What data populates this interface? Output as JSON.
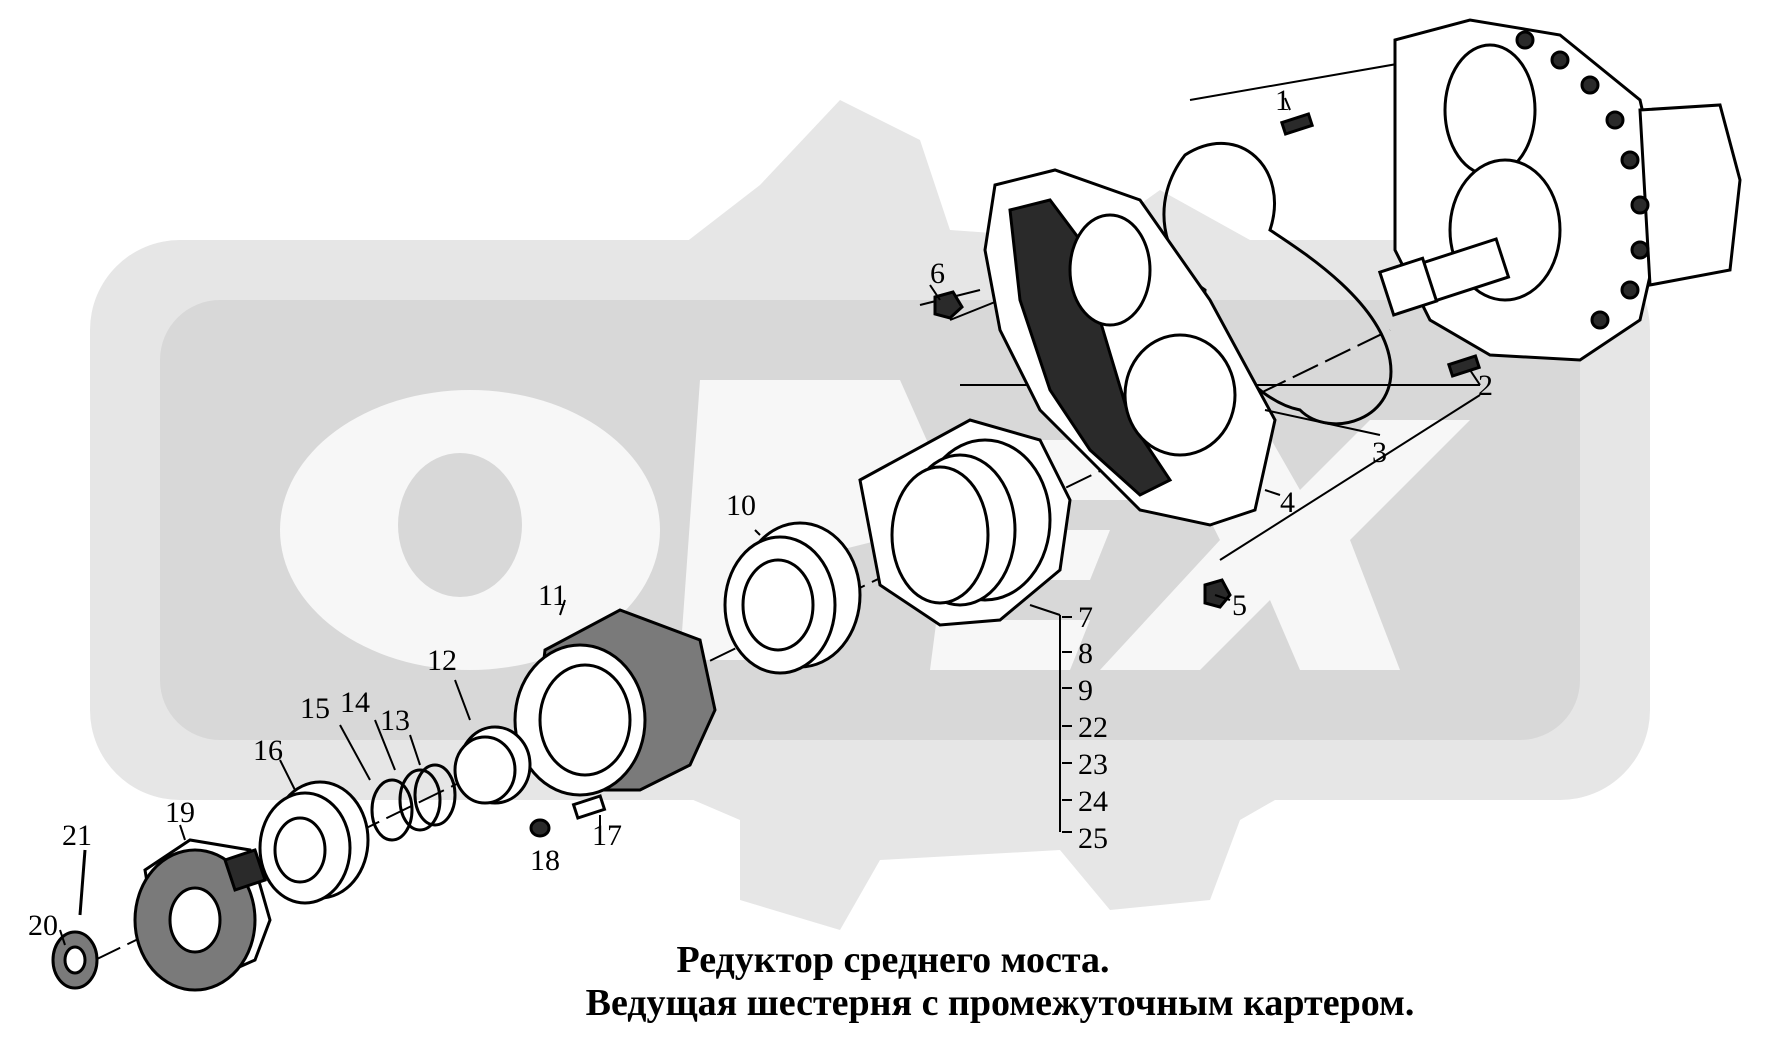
{
  "watermark": {
    "text": "ORFX",
    "color": "#e6e6e6"
  },
  "caption": {
    "line1": "Редуктор среднего моста.",
    "line2": "Ведущая шестерня с промежуточным картером."
  },
  "part_labels": [
    {
      "id": "1",
      "text": "1"
    },
    {
      "id": "2",
      "text": "2"
    },
    {
      "id": "3",
      "text": "3"
    },
    {
      "id": "4",
      "text": "4"
    },
    {
      "id": "5",
      "text": "5"
    },
    {
      "id": "6",
      "text": "6"
    },
    {
      "id": "7",
      "text": "7"
    },
    {
      "id": "8",
      "text": "8"
    },
    {
      "id": "9",
      "text": "9"
    },
    {
      "id": "10",
      "text": "10"
    },
    {
      "id": "11",
      "text": "11"
    },
    {
      "id": "12",
      "text": "12"
    },
    {
      "id": "13",
      "text": "13"
    },
    {
      "id": "14",
      "text": "14"
    },
    {
      "id": "15",
      "text": "15"
    },
    {
      "id": "16",
      "text": "16"
    },
    {
      "id": "17",
      "text": "17"
    },
    {
      "id": "18",
      "text": "18"
    },
    {
      "id": "19",
      "text": "19"
    },
    {
      "id": "20",
      "text": "20"
    },
    {
      "id": "21",
      "text": "21"
    },
    {
      "id": "22",
      "text": "22"
    },
    {
      "id": "23",
      "text": "23"
    },
    {
      "id": "24",
      "text": "24"
    },
    {
      "id": "25",
      "text": "25"
    }
  ]
}
